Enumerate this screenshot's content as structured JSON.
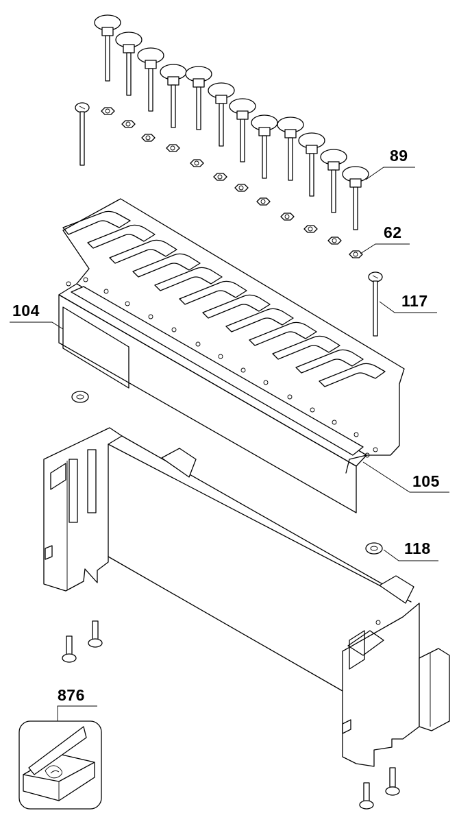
{
  "callouts": {
    "p89": "89",
    "p62": "62",
    "p117": "117",
    "p104": "104",
    "p105": "105",
    "p118": "118",
    "p876": "876"
  }
}
